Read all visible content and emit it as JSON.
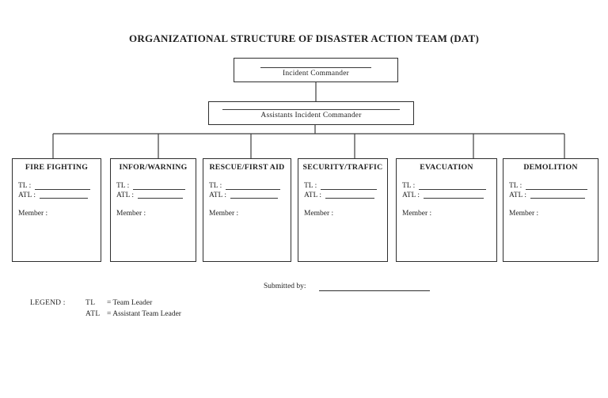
{
  "title": "ORGANIZATIONAL STRUCTURE OF DISASTER ACTION TEAM (DAT)",
  "org": {
    "commander": {
      "title": "Incident Commander"
    },
    "assistant": {
      "title": "Assistants Incident Commander"
    },
    "teams": [
      {
        "name": "FIRE FIGHTING",
        "tl_label": "TL :",
        "atl_label": "ATL :",
        "member_label": "Member :"
      },
      {
        "name": "INFOR/WARNING",
        "tl_label": "TL :",
        "atl_label": "ATL :",
        "member_label": "Member :"
      },
      {
        "name": "RESCUE/FIRST AID",
        "tl_label": "TL :",
        "atl_label": "ATL :",
        "member_label": "Member :"
      },
      {
        "name": "SECURITY/TRAFFIC",
        "tl_label": "TL :",
        "atl_label": "ATL :",
        "member_label": "Member :"
      },
      {
        "name": "EVACUATION",
        "tl_label": "TL :",
        "atl_label": "ATL :",
        "member_label": "Member :"
      },
      {
        "name": "DEMOLITION",
        "tl_label": "TL :",
        "atl_label": "ATL :",
        "member_label": "Member :"
      }
    ]
  },
  "footer": {
    "submitted_by_label": "Submitted by:"
  },
  "legend": {
    "heading": "LEGEND :",
    "entries": [
      {
        "abbr": "TL",
        "meaning": "= Team Leader"
      },
      {
        "abbr": "ATL",
        "meaning": "= Assistant Team Leader"
      }
    ]
  },
  "colors": {
    "ink": "#1f1f1f",
    "line": "#3a3a3a",
    "background": "#ffffff"
  }
}
